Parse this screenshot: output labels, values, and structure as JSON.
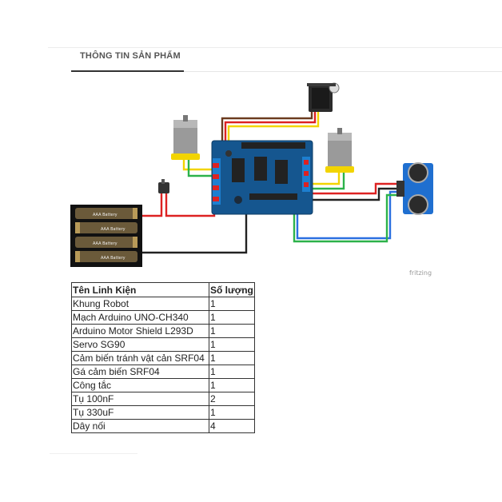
{
  "tab": {
    "title": "THÔNG TIN SẢN PHẨM"
  },
  "diagram": {
    "watermark": "fritzing",
    "battery_labels": [
      "AAA Battery",
      "AAA Battery",
      "AAA Battery",
      "AAA Battery"
    ]
  },
  "table": {
    "headers": [
      "Tên Linh Kiện",
      "Số lượng"
    ],
    "rows": [
      [
        "Khung Robot",
        "1"
      ],
      [
        "Mạch Arduino UNO-CH340",
        "1"
      ],
      [
        "Arduino Motor Shield L293D",
        "1"
      ],
      [
        "Servo SG90",
        "1"
      ],
      [
        "Cảm biến tránh vật cản SRF04",
        "1"
      ],
      [
        "Gá cảm biến SRF04",
        "1"
      ],
      [
        "Công tắc",
        "1"
      ],
      [
        "Tụ 100nF",
        "2"
      ],
      [
        "Tụ 330uF",
        "1"
      ],
      [
        "Dây nối",
        "4"
      ]
    ]
  }
}
